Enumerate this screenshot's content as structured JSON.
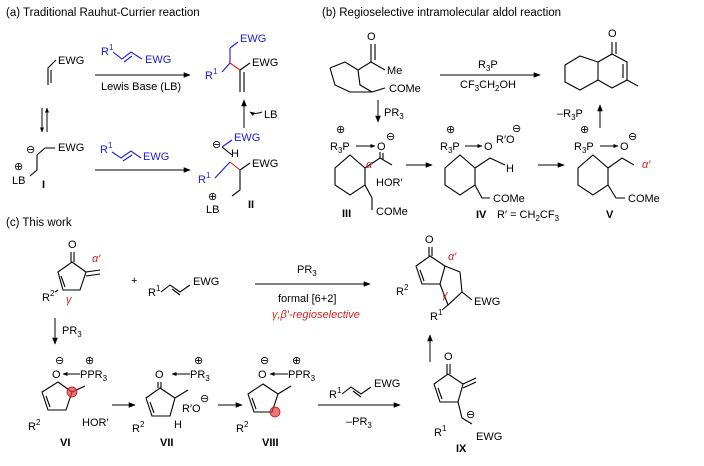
{
  "sections": {
    "a": "(a) Traditional Rauhut-Currier reaction",
    "b": "(b) Regioselective intramolecular aldol reaction",
    "c": "(c) This work"
  },
  "reagents": {
    "lewis_base": "Lewis Base (LB)",
    "r3p": "R",
    "r3p_sub": "3",
    "r3p_tail": "P",
    "solvent_a": "CF",
    "solvent_b": "3",
    "solvent_c": "CH",
    "solvent_d": "2",
    "solvent_e": "OH",
    "pr3": "PR",
    "pr3_sub": "3",
    "minus_r3p": "–R",
    "minus_r3p_sub": "3",
    "minus_r3p_tail": "P",
    "minus_pr3": "–PR",
    "minus_pr3_sub": "3",
    "lb": "LB",
    "formal": "formal [6+2]",
    "regio": "γ,β′-regioselective",
    "r_prime": "R′ = CH",
    "r_prime_sub1": "2",
    "r_prime_mid": "CF",
    "r_prime_sub2": "3",
    "plus": "+"
  },
  "labels": {
    "ewg": "EWG",
    "r": "R",
    "one": "1",
    "two": "2",
    "me": "Me",
    "come": "COMe",
    "hor": "HOR′",
    "ro": "R′O",
    "h": "H",
    "o": "O",
    "p": "P",
    "plus_sign": "⊕",
    "minus_sign": "⊖",
    "alpha": "α",
    "alpha_prime": "α′",
    "gamma": "γ"
  },
  "intermediates": {
    "i": "I",
    "ii": "II",
    "iii": "III",
    "iv": "IV",
    "v": "V",
    "vi": "VI",
    "vii": "VII",
    "viii": "VIII",
    "ix": "IX"
  }
}
